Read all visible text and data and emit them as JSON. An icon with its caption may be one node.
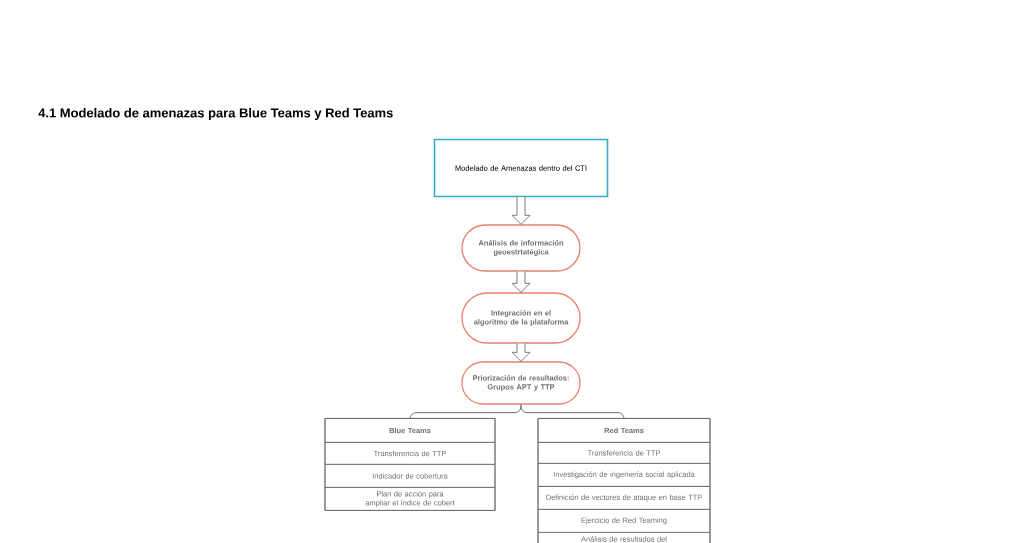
{
  "diagram": {
    "title": "4.1 Modelado de amenazas para Blue Teams y Red Teams",
    "nodes": [
      {
        "text": [
          "Modelado de Amenazas dentro del CTI"
        ]
      },
      {
        "text": [
          "Análisis de información geoestrtatégica"
        ]
      },
      {
        "text": [
          "Integración en el algoritmo de la plataforma"
        ]
      },
      {
        "text": [
          "Priorización de resultados: Grupos APT y TTP"
        ]
      },
      {
        "text": [
          "Blue Teams",
          "Transferencia de TTP",
          "Indicador de cobertura",
          "Plan de acción para ampliar el índice de cobert"
        ]
      },
      {
        "text": [
          "Red Teams",
          "Transferencia de TTP",
          "Investigación de ingeniería social aplicada",
          "Definición de vectores de ataque en base TTP",
          "Ejercicio de Red Teaming",
          "Análisis de resultados del"
        ]
      }
    ],
    "edges": [
      {
        "from": 0,
        "to": 1,
        "arrow": "to"
      },
      {
        "from": 1,
        "to": 2,
        "arrow": "to"
      },
      {
        "from": 2,
        "to": 3,
        "arrow": "to"
      },
      {
        "from": 3,
        "to": 4,
        "arrow": "none"
      },
      {
        "from": 3,
        "to": 5,
        "arrow": "none"
      }
    ]
  }
}
